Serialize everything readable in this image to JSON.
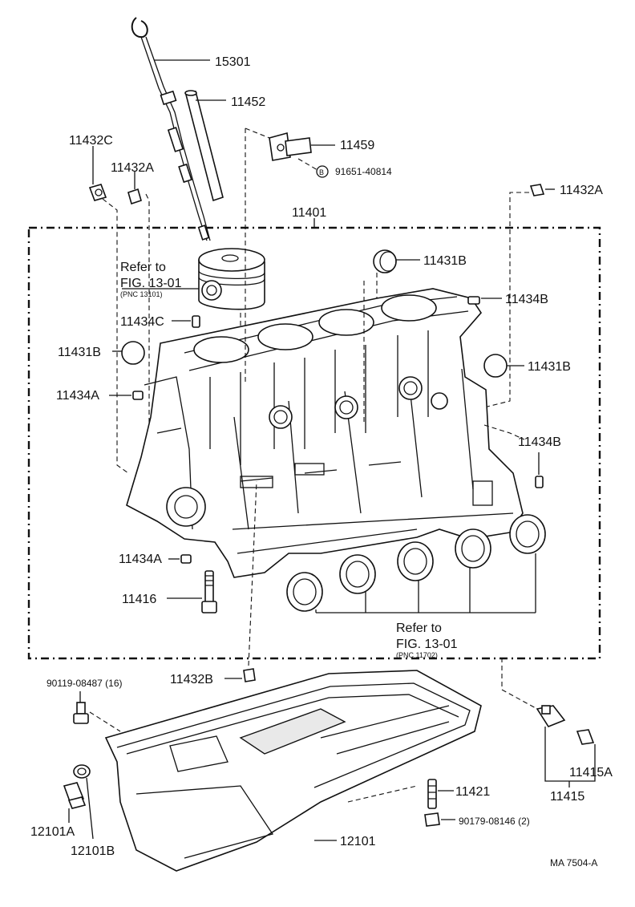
{
  "callouts": {
    "c15301": "15301",
    "c11452": "11452",
    "c11432C": "11432C",
    "c11432A_left": "11432A",
    "c11459": "11459",
    "c91651": "91651-40814",
    "c91651_mark": "B",
    "c11432A_right": "11432A",
    "c11401": "11401",
    "c11431B_top": "11431B",
    "c11434B_top": "11434B",
    "c11434C": "11434C",
    "c11431B_left": "11431B",
    "c11431B_right": "11431B",
    "c11434A_upper": "11434A",
    "c11434B_right": "11434B",
    "c11434A_lower": "11434A",
    "c11416": "11416",
    "c11432B": "11432B",
    "c90119": "90119-08487 (16)",
    "c11415A": "11415A",
    "c11415": "11415",
    "c11421": "11421",
    "c90179": "90179-08146 (2)",
    "c12101A": "12101A",
    "c12101B": "12101B",
    "c12101": "12101"
  },
  "refs": {
    "piston_refer": "Refer to",
    "piston_fig": "FIG. 13-01",
    "piston_pnc": "(PNC 13101)",
    "bearing_refer": "Refer to",
    "bearing_fig": "FIG. 13-01",
    "bearing_pnc": "(PNC 11702)"
  },
  "footer": {
    "code": "MA  7504-A"
  }
}
